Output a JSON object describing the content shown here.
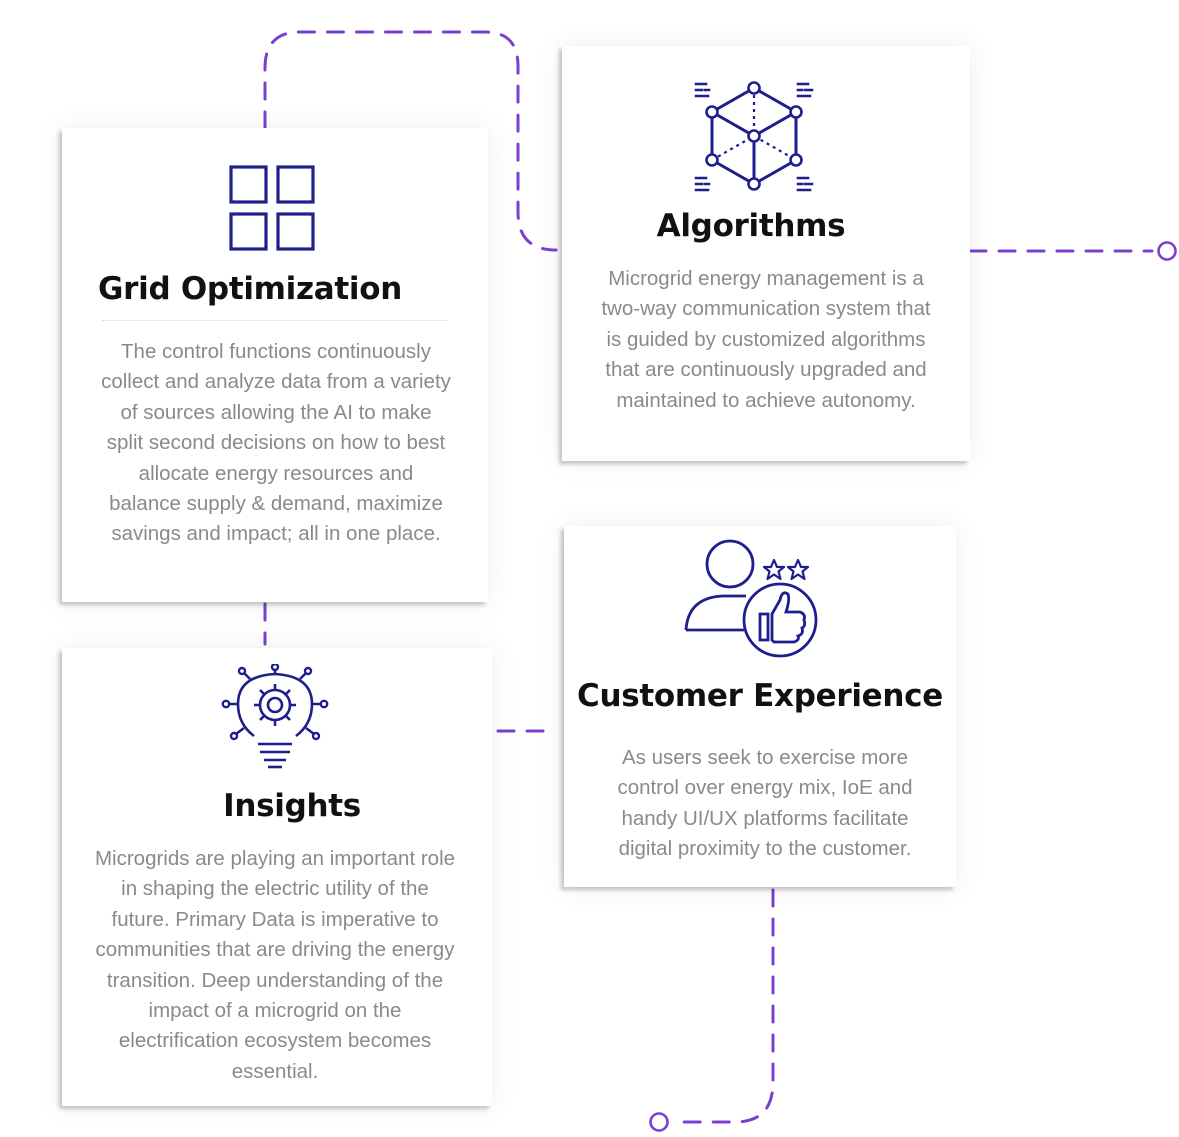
{
  "cards": {
    "grid": {
      "title": "Grid Optimization",
      "body": "The control functions continuously collect and analyze data from a variety of sources allowing the AI to make split second decisions on how to best allocate energy resources and balance supply & demand, maximize savings and impact; all in one place.",
      "icon": "grid-four-squares-icon"
    },
    "algorithms": {
      "title": "Algorithms",
      "body": "Microgrid energy management is a two-way communication system that is guided by customized algorithms that are continuously upgraded and maintained to achieve autonomy.",
      "icon": "network-cube-icon"
    },
    "insights": {
      "title": "Insights",
      "body": "Microgrids are playing an important role in shaping the electric utility of the future. Primary Data is imperative to communities that are driving the energy transition. Deep understanding of the impact of a microgrid on the electrification ecosystem becomes essential.",
      "icon": "lightbulb-gear-icon"
    },
    "customer": {
      "title": "Customer Experience",
      "body": "As users seek to exercise more control over energy mix, IoE and handy UI/UX platforms facilitate digital proximity to the customer.",
      "icon": "user-thumbs-up-icon"
    }
  },
  "colors": {
    "icon": "#1e1e8c",
    "connector": "#7b3fd0",
    "title": "#111111",
    "body": "#8a8a8a"
  }
}
